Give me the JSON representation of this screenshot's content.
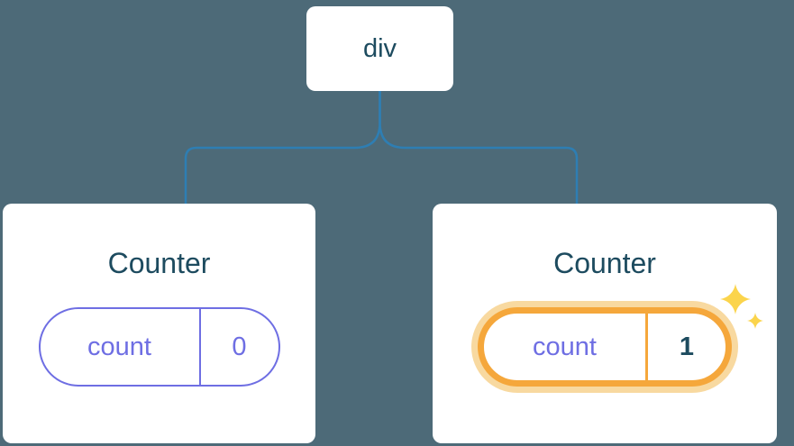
{
  "colors": {
    "canvas_bg": "#4D6A78",
    "card_bg": "#FFFFFF",
    "heading_text": "#1D4B5F",
    "connector_line": "#2E7EB3",
    "state_purple": "#6E6EE3",
    "highlight_orange": "#F5A73B",
    "highlight_glow": "#F8D9A0",
    "sparkle_yellow": "#FBD44C"
  },
  "tree": {
    "root": {
      "label": "div"
    },
    "children": [
      {
        "title": "Counter",
        "state_key": "count",
        "state_value": "0",
        "highlighted": false
      },
      {
        "title": "Counter",
        "state_key": "count",
        "state_value": "1",
        "highlighted": true
      }
    ]
  }
}
